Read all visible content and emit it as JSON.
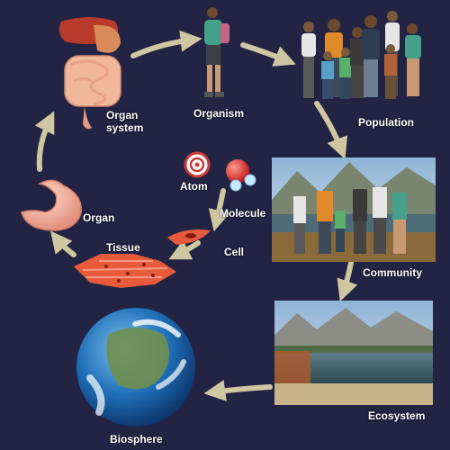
{
  "diagram": {
    "levels": {
      "organ_system": "Organ system",
      "organism": "Organism",
      "population": "Population",
      "community": "Community",
      "ecosystem": "Ecosystem",
      "biosphere": "Biosphere",
      "organ": "Organ",
      "tissue": "Tissue",
      "cell": "Cell",
      "molecule": "Molecule",
      "atom": "Atom"
    }
  },
  "colors": {
    "background": "#232444",
    "arrow": "#cfc7a2",
    "label": "#ffffff"
  }
}
